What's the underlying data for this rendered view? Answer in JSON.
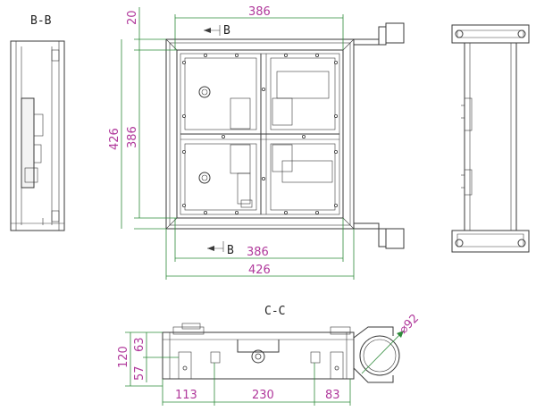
{
  "labels": {
    "section_bb": "B-B",
    "section_cc": "C-C",
    "mark_b_top": "B",
    "mark_b_bottom": "B"
  },
  "dimensions": {
    "width_inner_top": "386",
    "offset_top": "20",
    "height_outer": "426",
    "height_inner": "386",
    "width_inner_bottom": "386",
    "width_outer": "426",
    "cc_height_total": "120",
    "cc_height_upper": "63",
    "cc_height_lower": "57",
    "cc_width_left": "113",
    "cc_width_middle": "230",
    "cc_width_right": "83",
    "cc_pipe_diameter": "⌀92"
  },
  "colors": {
    "line": "#3a3a3a",
    "dimension_line": "#2e8b3a",
    "dimension_text": "#b0389b"
  }
}
